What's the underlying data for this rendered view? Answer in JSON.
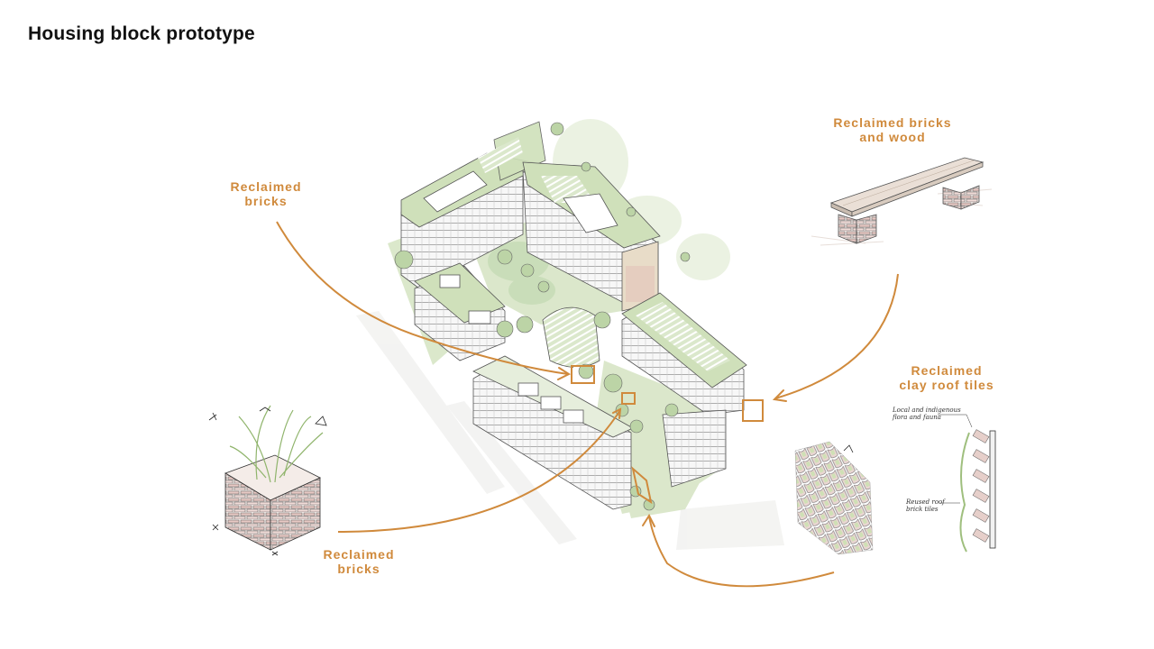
{
  "title": "Housing block prototype",
  "labels": {
    "reclaimed_bricks_top": [
      "Reclaimed",
      "bricks"
    ],
    "reclaimed_bricks_wood": [
      "Reclaimed bricks",
      "and wood"
    ],
    "reclaimed_clay_roof_tiles": [
      "Reclaimed",
      "clay roof tiles"
    ],
    "reclaimed_bricks_bottom": [
      "Reclaimed",
      "bricks"
    ]
  },
  "notes": {
    "flora_fauna": [
      "Local and indigenous",
      "flora and fauna"
    ],
    "reused_tiles": [
      "Reused roof",
      "brick tiles"
    ]
  },
  "colors": {
    "accent": "#d08a3c",
    "green": "#c9dcb4",
    "line": "#555555"
  }
}
